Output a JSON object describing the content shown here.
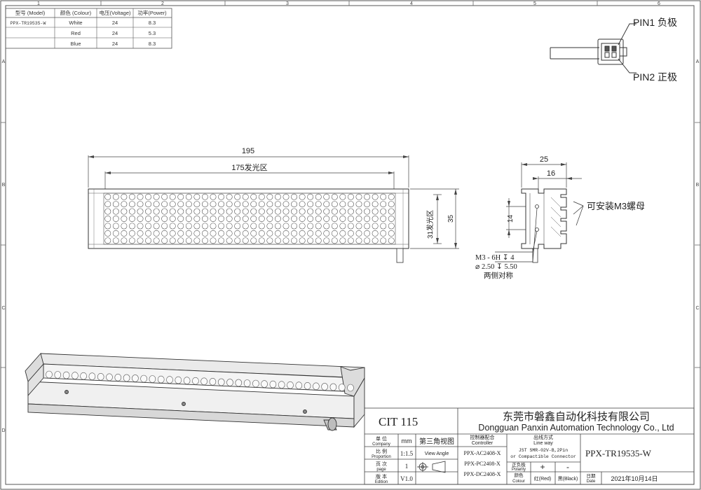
{
  "frame": {
    "col_labels": [
      "1",
      "2",
      "3",
      "4",
      "5",
      "6"
    ],
    "row_labels": [
      "A",
      "B",
      "C",
      "D"
    ]
  },
  "spec_table": {
    "headers": [
      "型号 (Model)",
      "颜色 (Colour)",
      "电压(Voltage)",
      "功率(Power)"
    ],
    "rows": [
      [
        "PPX-TR19535-W",
        "White",
        "24",
        "8.3"
      ],
      [
        "",
        "Red",
        "24",
        "5.3"
      ],
      [
        "",
        "Blue",
        "24",
        "8.3"
      ]
    ]
  },
  "connector": {
    "pin1": "PIN1 负极",
    "pin2": "PIN2 正极"
  },
  "front_view": {
    "dim_total": "195",
    "dim_emit": "175发光区",
    "dim_height_emit": "31发光区",
    "dim_height": "35",
    "led_rows": 7,
    "led_cols": 36
  },
  "side_view": {
    "dim_width": "25",
    "dim_inner": "16",
    "dim_hole": "14",
    "nut_note": "可安装M3螺母",
    "hole_note_1": "M3 - 6H ↧ 4",
    "hole_note_2": "⌀ 2.50 ↧ 5.50",
    "hole_note_3": "两侧对称"
  },
  "title_block": {
    "code": "CIT 115",
    "company_cn": "东莞市磐鑫自动化科技有限公司",
    "company_en": "Dongguan Panxin Automation Technology Co., Ltd",
    "unit_label": "单 位",
    "unit_label_en": "Company",
    "unit_value": "mm",
    "projection": "第三角视图",
    "ratio_label": "比 例",
    "ratio_label_en": "Proportion",
    "ratio_value": "1:1.5",
    "view_angle": "View Angle",
    "page_label": "页 次",
    "page_label_en": "page",
    "page_value": "1",
    "edition_label": "版 本",
    "edition_label_en": "Edition",
    "edition_value": "V1.0",
    "controller_label": "控制器配合",
    "controller_label_en": "Controller",
    "controllers": [
      "PPX-AC2408-X",
      "PPX-PC2408-X",
      "PPX-DC2408-X"
    ],
    "lineway_label": "出线方式",
    "lineway_label_en": "Line way",
    "lineway_value_1": "JST SMR-02V-B,2Pin",
    "lineway_value_2": "or Compactible Connector",
    "polarity_label": "正负极",
    "polarity_label_en": "Polarity",
    "polarity_plus": "+",
    "polarity_minus": "-",
    "colour_label": "颜色",
    "colour_label_en": "Colour",
    "colour_red": "红(Red)",
    "colour_black": "黑(Black)",
    "model": "PPX-TR19535-W",
    "date_label": "日期",
    "date_label_en": "Date",
    "date_value": "2021年10月14日"
  }
}
